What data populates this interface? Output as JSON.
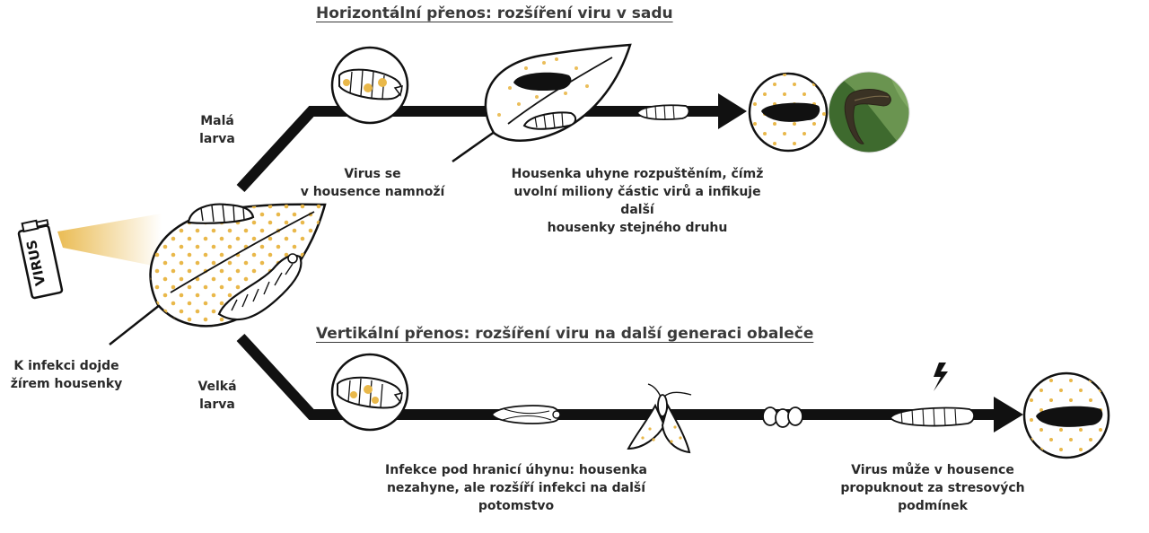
{
  "diagram": {
    "horizontal_title": "Horizontální přenos: rozšíření viru v sadu",
    "vertical_title": "Vertikální přenos: rozšíření viru na další generaci obaleče",
    "spray_label": "VIRUS",
    "small_larva_label": [
      "Malá",
      "larva"
    ],
    "large_larva_label": [
      "Velká",
      "larva"
    ],
    "infection_label": [
      "K infekci dojde",
      "žírem housenky"
    ],
    "multiply_label": [
      "Virus se",
      "v housence namnoží"
    ],
    "death_label": [
      "Housenka uhyne rozpuštěním, čímž",
      "uvolní miliony částic virů a infikuje další",
      "housenky stejného druhu"
    ],
    "sublethal_label": [
      "Infekce pod hranicí úhynu: housenka",
      "nezahyne, ale rozšíří infekci na další",
      "potomstvo"
    ],
    "stress_label": [
      "Virus může v housence",
      "propuknout za stresových",
      "podmínek"
    ],
    "colors": {
      "virus_dot": "#E9B84A",
      "line": "#111111",
      "photo_leaf": "#4f7a3a"
    }
  }
}
